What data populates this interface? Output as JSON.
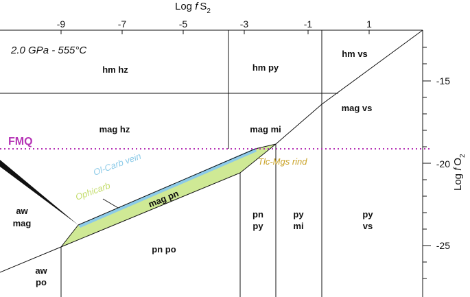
{
  "figure": {
    "x_axis": {
      "title_prefix": "Log ",
      "title_var": "f",
      "title_main": "S",
      "title_sub": "2",
      "ticks": [
        "-9",
        "-7",
        "-5",
        "-3",
        "-1",
        "1"
      ]
    },
    "y_axis": {
      "title_prefix": "Log ",
      "title_var": "f",
      "title_main": "O",
      "title_sub": "2",
      "ticks": [
        "-15",
        "-20",
        "-25"
      ]
    },
    "condition": "2.0 GPa - 555°C",
    "fmq_label": "FMQ",
    "fields": {
      "hm_hz": "hm hz",
      "hm_py": "hm py",
      "hm_vs": "hm vs",
      "mag_hz": "mag hz",
      "mag_mi": "mag mi",
      "mag_vs": "mag vs",
      "aw_mag_1": "aw",
      "aw_mag_2": "mag",
      "mag_pn": "mag pn",
      "pn_py_1": "pn",
      "pn_py_2": "py",
      "py_mi_1": "py",
      "py_mi_2": "mi",
      "py_vs_1": "py",
      "py_vs_2": "vs",
      "pn_po": "pn po",
      "aw_po_1": "aw",
      "aw_po_2": "po"
    },
    "annotations": {
      "ol_carb": "Ol-Carb vein",
      "ophicarb": "Ophicarb",
      "tlc_mgs": "Tlc-Mgs rind"
    },
    "colors": {
      "fmq": "#b533b5",
      "ol_carb": "#8dcbe8",
      "ophicarb": "#cfe87f",
      "tlc_mgs": "#c9a227",
      "mag_pn_fill": "#cfe995",
      "tlc_mgs_fill": "#f3c94a"
    }
  }
}
